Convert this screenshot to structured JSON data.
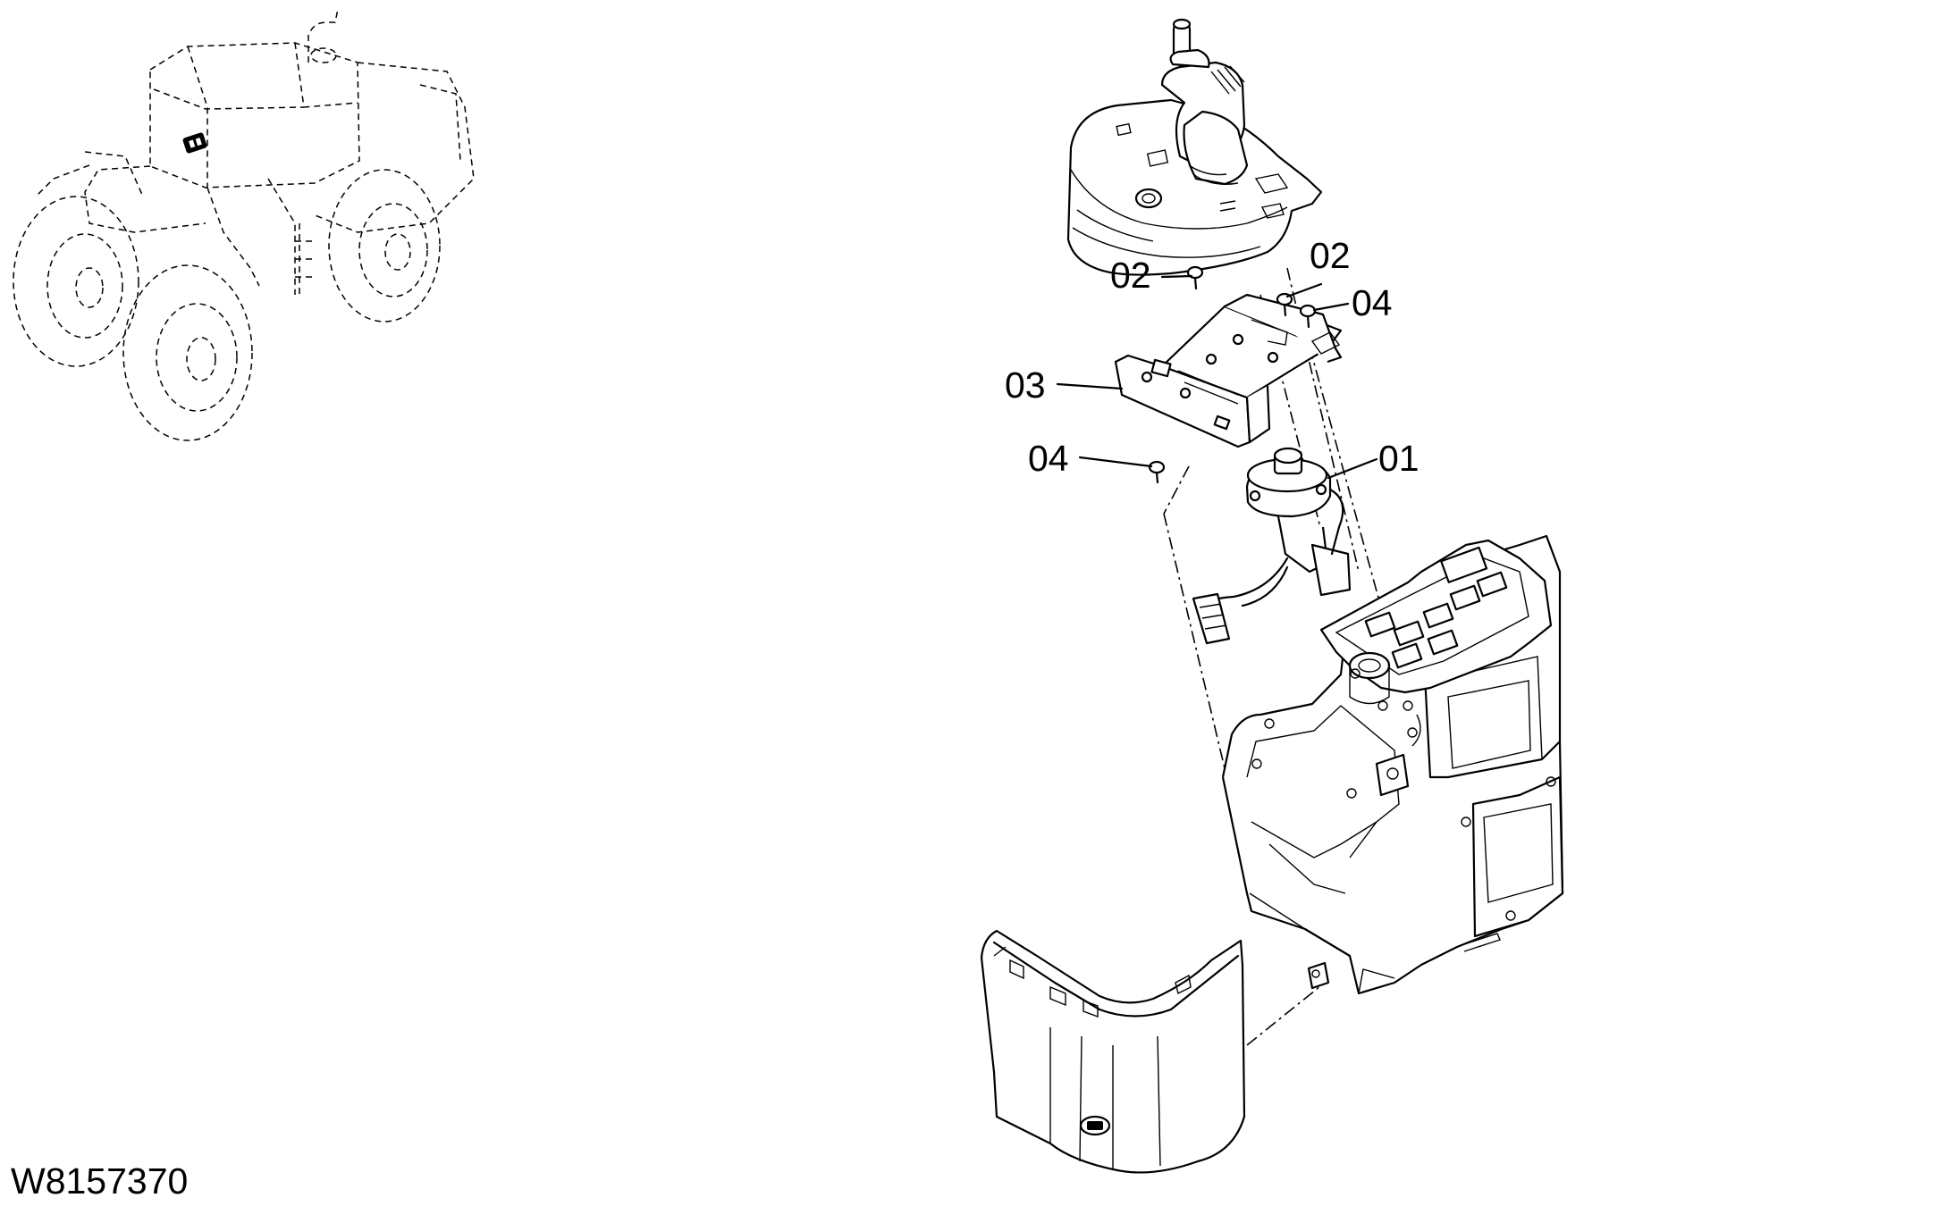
{
  "drawing_id": "W8157370",
  "callouts": [
    {
      "id": "callout-01",
      "text": "01"
    },
    {
      "id": "callout-02a",
      "text": "02"
    },
    {
      "id": "callout-02b",
      "text": "02"
    },
    {
      "id": "callout-03",
      "text": "03"
    },
    {
      "id": "callout-04a",
      "text": "04"
    },
    {
      "id": "callout-04b",
      "text": "04"
    }
  ]
}
